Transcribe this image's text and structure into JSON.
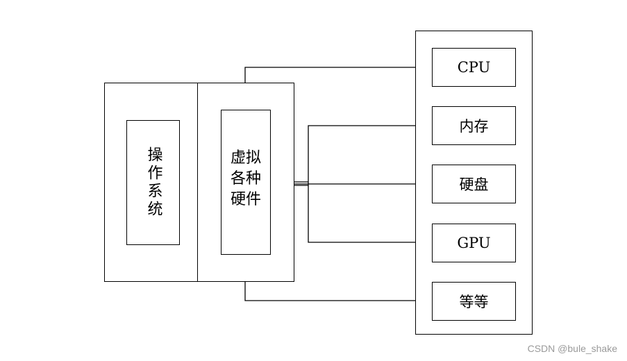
{
  "os_label": "操作系统",
  "vhw_label": "虚拟各种硬件",
  "hardware": [
    "CPU",
    "内存",
    "硬盘",
    "GPU",
    "等等"
  ],
  "watermark": "CSDN @bule_shake"
}
